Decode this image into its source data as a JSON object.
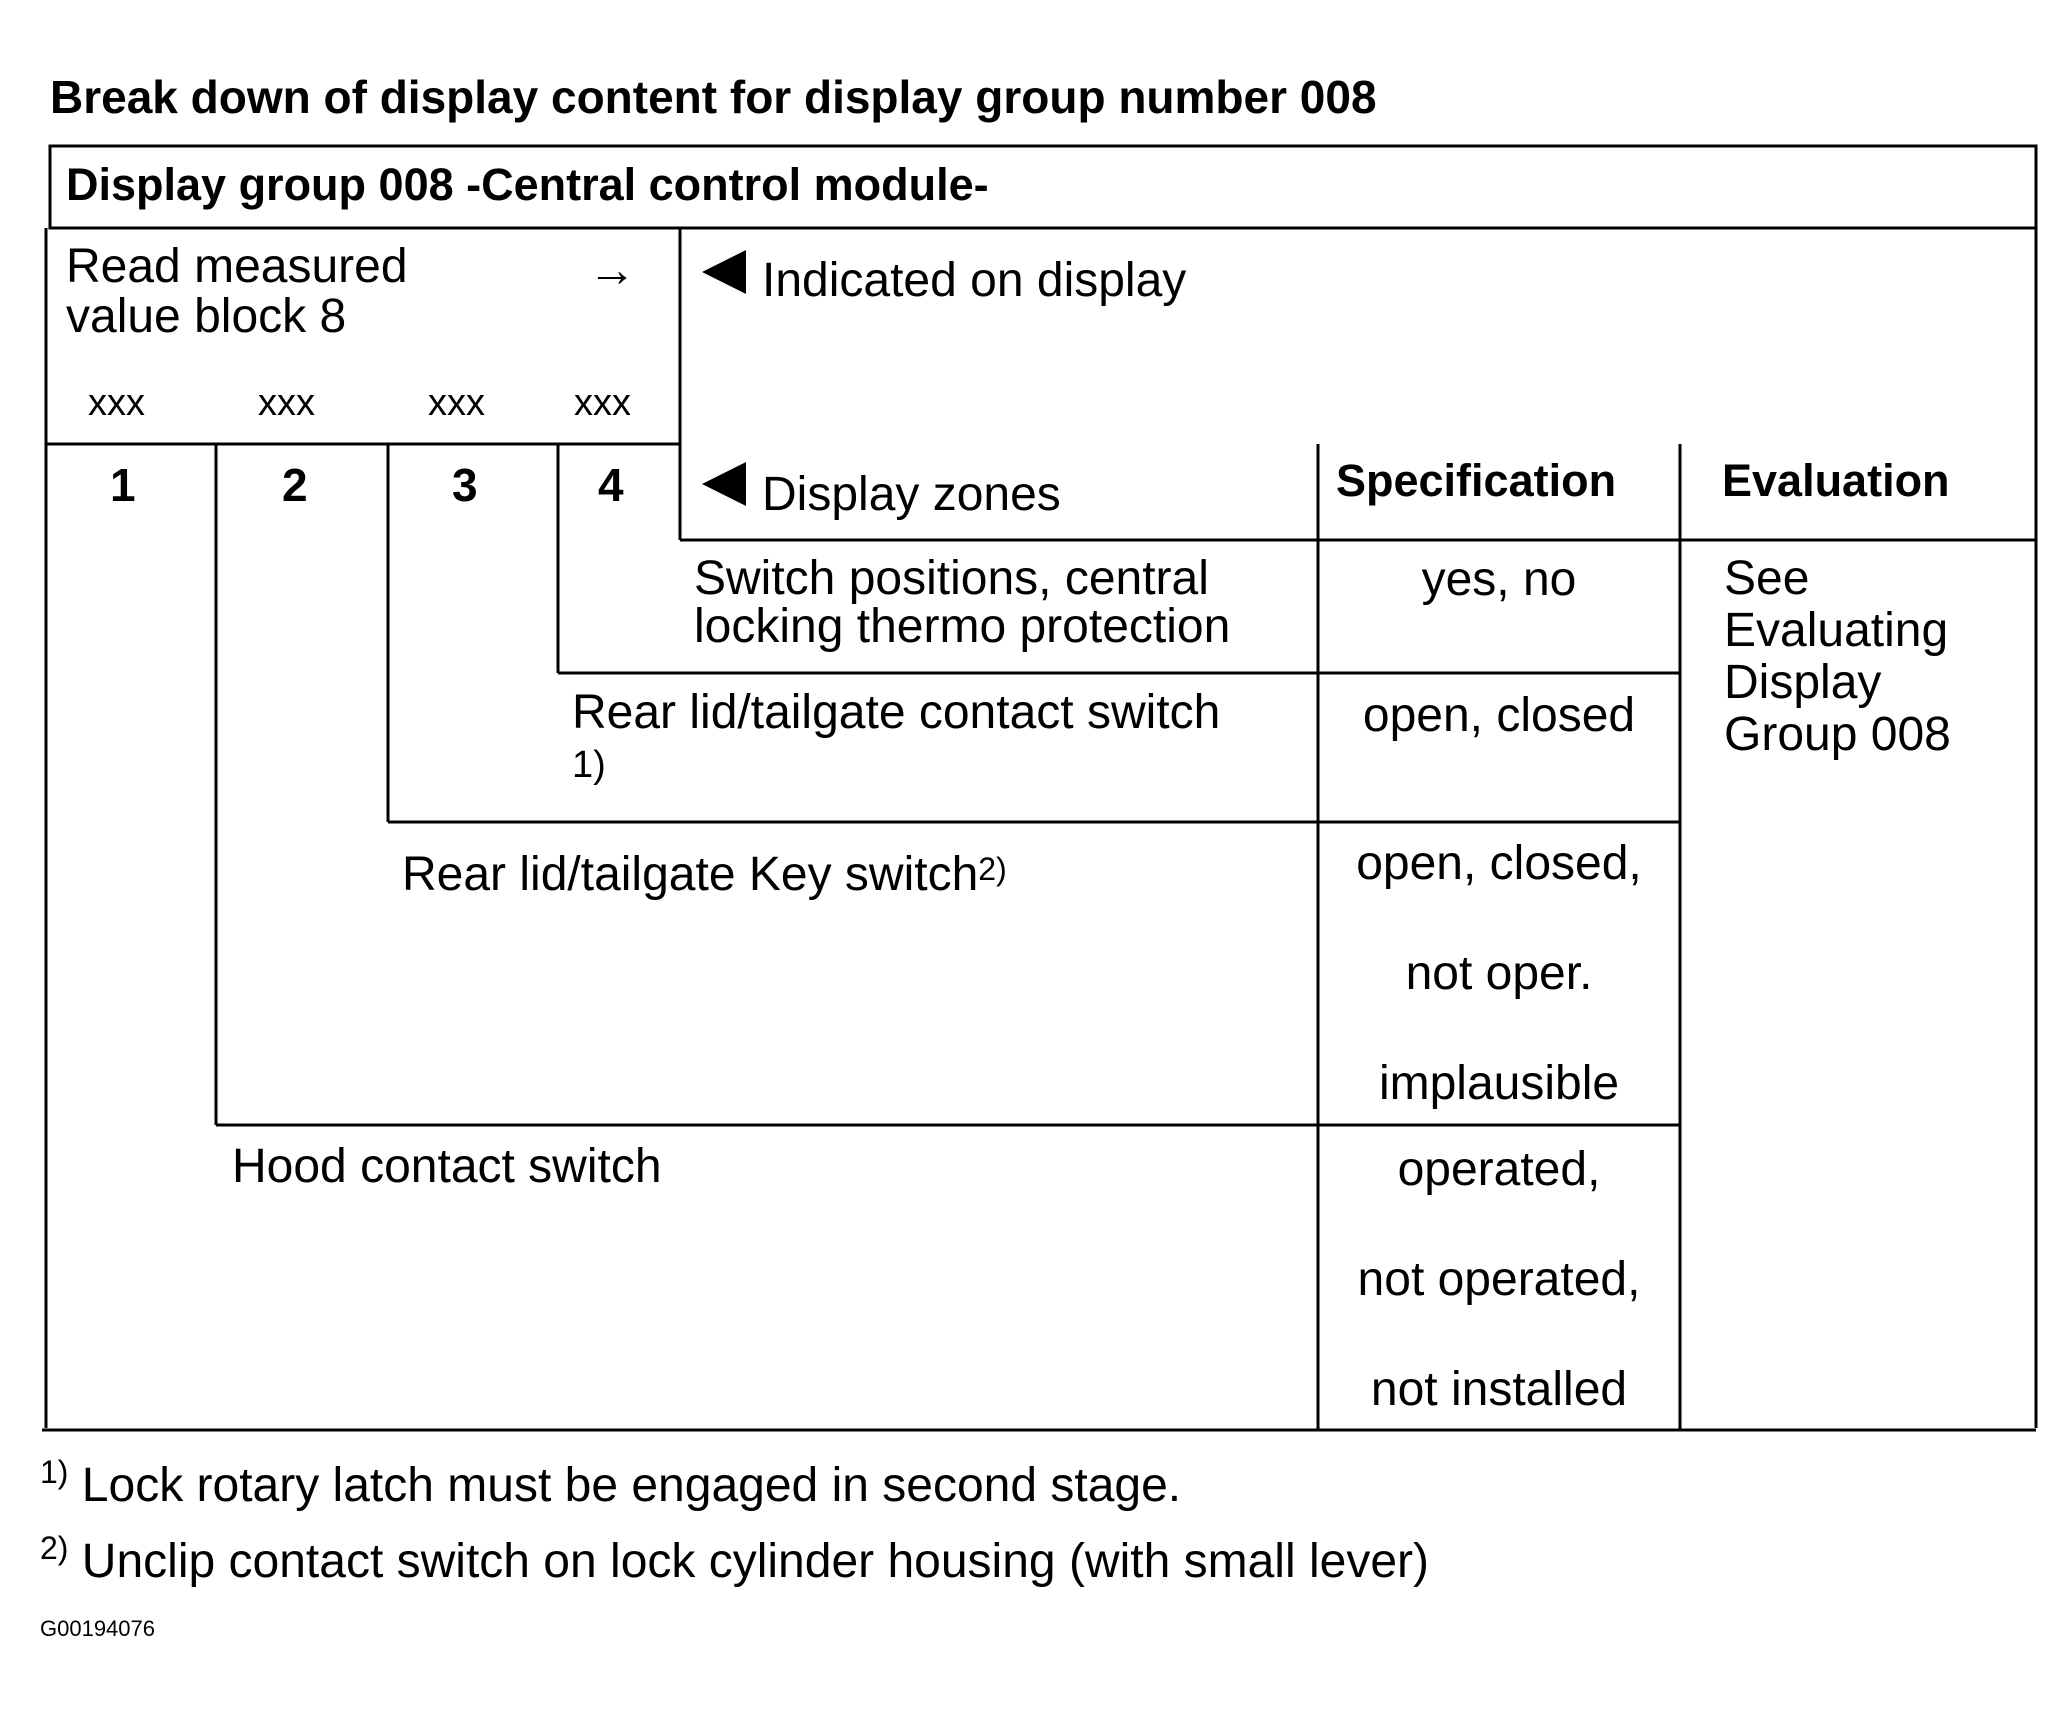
{
  "doc_title": "Break down of display content for display group number 008",
  "group_header": "Display group 008 -Central control module-",
  "read_block": {
    "line1": "Read measured",
    "line2": "value block 8",
    "arrow": "→",
    "xxx": [
      "xxx",
      "xxx",
      "xxx",
      "xxx"
    ]
  },
  "indicated_label": "Indicated on display",
  "zone_numbers": [
    "1",
    "2",
    "3",
    "4"
  ],
  "display_zones_label": "Display zones",
  "spec_header": "Specification",
  "eval_header": "Evaluation",
  "evaluation_text": [
    "See",
    "Evaluating",
    "Display",
    "Group 008"
  ],
  "rows": [
    {
      "zone_lines": [
        "Switch positions, central",
        "locking thermo protection"
      ],
      "spec_lines": [
        "yes, no"
      ]
    },
    {
      "zone_lines": [
        "Rear lid/tailgate contact switch",
        "1)"
      ],
      "spec_lines": [
        "open, closed"
      ]
    },
    {
      "zone_text": "Rear lid/tailgate Key switch",
      "zone_sup": "2)",
      "spec_lines": [
        "open, closed,",
        "not oper.",
        "implausible"
      ]
    },
    {
      "zone_text": "Hood contact switch",
      "spec_lines": [
        "operated,",
        "not operated,",
        "not installed"
      ]
    }
  ],
  "footnotes": [
    {
      "mark": "1)",
      "text": "Lock rotary latch must be engaged in second stage."
    },
    {
      "mark": "2)",
      "text": "Unclip contact switch on lock cylinder housing (with small lever)"
    }
  ],
  "figure_code": "G00194076"
}
